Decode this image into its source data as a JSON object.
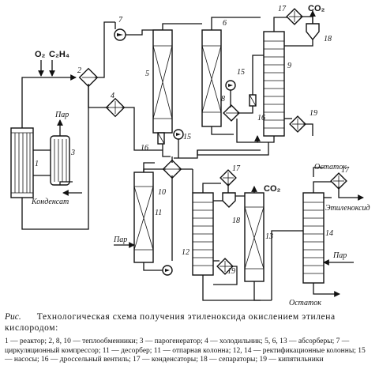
{
  "labels": {
    "feed_o2": "O₂",
    "feed_c2h4": "C₂H₄",
    "co2_top": "CO₂",
    "co2_mid": "CO₂",
    "steam_1": "Пар",
    "steam_2": "Пар",
    "steam_3": "Пар",
    "condensate": "Конденсат",
    "residue_top": "Остаток",
    "residue_bottom": "Остаток",
    "product": "Этиленоксид"
  },
  "numbers": {
    "n1": "1",
    "n2": "2",
    "n3": "3",
    "n4": "4",
    "n5": "5",
    "n6": "6",
    "n7": "7",
    "n8": "8",
    "n9": "9",
    "n10": "10",
    "n11": "11",
    "n12": "12",
    "n13": "13",
    "n14": "14",
    "n15a": "15",
    "n15b": "15",
    "n16a": "16",
    "n16b": "16",
    "n17a": "17",
    "n17b": "17",
    "n17c": "17",
    "n18a": "18",
    "n18b": "18",
    "n19a": "19",
    "n19b": "19"
  },
  "caption": {
    "prefix": "Рис.",
    "title": "Технологическая схема получения этиленоксида окислением этилена кислородом:",
    "legend": "1 — реактор; 2, 8, 10 — теплообменники; 3 — парогенератор; 4 — холодильник; 5, 6, 13 — абсорберы; 7 — циркуляционный компрессор; 11 — десорбер; 11 — отпарная колонна; 12, 14 — ректификационные колонны; 15 — насосы; 16 — дроссельный вентиль; 17 — конденсаторы; 18 — сепараторы; 19 — кипятильники"
  }
}
